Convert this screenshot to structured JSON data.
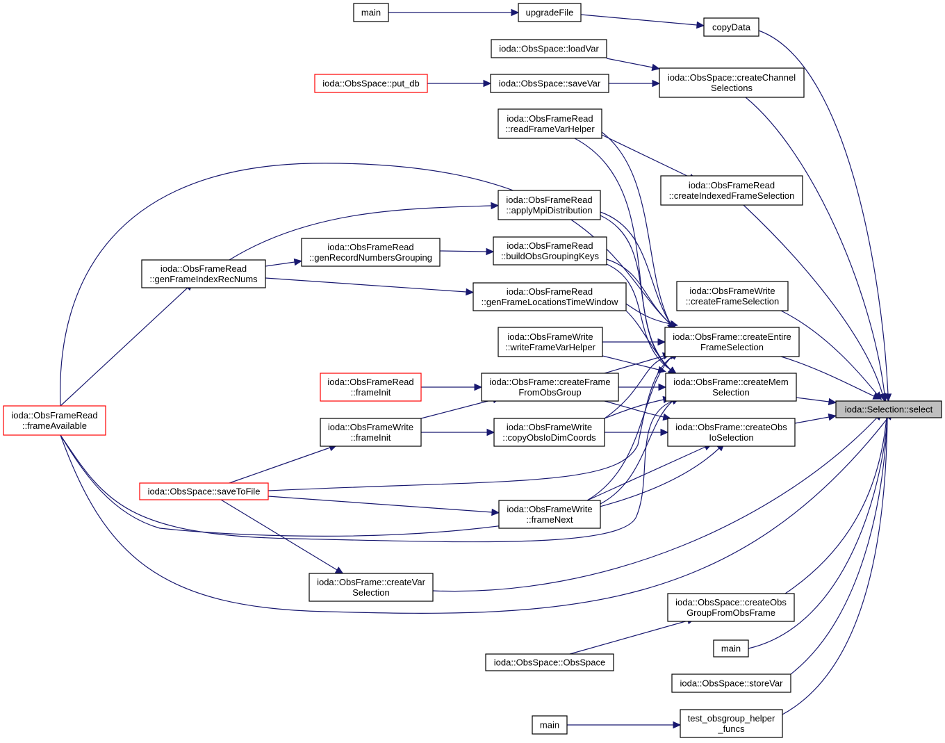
{
  "graph": {
    "nodes": {
      "main_top": {
        "lines": [
          "main"
        ],
        "style": "black"
      },
      "upgradeFile": {
        "lines": [
          "upgradeFile"
        ],
        "style": "black"
      },
      "copyData": {
        "lines": [
          "copyData"
        ],
        "style": "black"
      },
      "loadVar": {
        "lines": [
          "ioda::ObsSpace::loadVar"
        ],
        "style": "black"
      },
      "put_db": {
        "lines": [
          "ioda::ObsSpace::put_db"
        ],
        "style": "red"
      },
      "saveVar": {
        "lines": [
          "ioda::ObsSpace::saveVar"
        ],
        "style": "black"
      },
      "createChannelSelections": {
        "lines": [
          "ioda::ObsSpace::createChannel",
          "Selections"
        ],
        "style": "black"
      },
      "readFrameVarHelper": {
        "lines": [
          "ioda::ObsFrameRead",
          "::readFrameVarHelper"
        ],
        "style": "black"
      },
      "createIndexedFrameSelection": {
        "lines": [
          "ioda::ObsFrameRead",
          "::createIndexedFrameSelection"
        ],
        "style": "black"
      },
      "applyMpiDistribution": {
        "lines": [
          "ioda::ObsFrameRead",
          "::applyMpiDistribution"
        ],
        "style": "black"
      },
      "genRecordNumbersGrouping": {
        "lines": [
          "ioda::ObsFrameRead",
          "::genRecordNumbersGrouping"
        ],
        "style": "black"
      },
      "buildObsGroupingKeys": {
        "lines": [
          "ioda::ObsFrameRead",
          "::buildObsGroupingKeys"
        ],
        "style": "black"
      },
      "genFrameIndexRecNums": {
        "lines": [
          "ioda::ObsFrameRead",
          "::genFrameIndexRecNums"
        ],
        "style": "black"
      },
      "genFrameLocationsTimeWindow": {
        "lines": [
          "ioda::ObsFrameRead",
          "::genFrameLocationsTimeWindow"
        ],
        "style": "black"
      },
      "createFrameSelection": {
        "lines": [
          "ioda::ObsFrameWrite",
          "::createFrameSelection"
        ],
        "style": "black"
      },
      "writeFrameVarHelper": {
        "lines": [
          "ioda::ObsFrameWrite",
          "::writeFrameVarHelper"
        ],
        "style": "black"
      },
      "createEntireFrameSelection": {
        "lines": [
          "ioda::ObsFrame::createEntire",
          "FrameSelection"
        ],
        "style": "black"
      },
      "frameInitRead": {
        "lines": [
          "ioda::ObsFrameRead",
          "::frameInit"
        ],
        "style": "red"
      },
      "createFrameFromObsGroup": {
        "lines": [
          "ioda::ObsFrame::createFrame",
          "FromObsGroup"
        ],
        "style": "black"
      },
      "createMemSelection": {
        "lines": [
          "ioda::ObsFrame::createMem",
          "Selection"
        ],
        "style": "black"
      },
      "frameAvailable": {
        "lines": [
          "ioda::ObsFrameRead",
          "::frameAvailable"
        ],
        "style": "red"
      },
      "select": {
        "lines": [
          "ioda::Selection::select"
        ],
        "style": "focus"
      },
      "frameInitWrite": {
        "lines": [
          "ioda::ObsFrameWrite",
          "::frameInit"
        ],
        "style": "black"
      },
      "copyObsIoDimCoords": {
        "lines": [
          "ioda::ObsFrameWrite",
          "::copyObsIoDimCoords"
        ],
        "style": "black"
      },
      "createObsIoSelection": {
        "lines": [
          "ioda::ObsFrame::createObs",
          "IoSelection"
        ],
        "style": "black"
      },
      "saveToFile": {
        "lines": [
          "ioda::ObsSpace::saveToFile"
        ],
        "style": "red"
      },
      "frameNext": {
        "lines": [
          "ioda::ObsFrameWrite",
          "::frameNext"
        ],
        "style": "black"
      },
      "createVarSelection": {
        "lines": [
          "ioda::ObsFrame::createVar",
          "Selection"
        ],
        "style": "black"
      },
      "createObsGroupFromObsFrame": {
        "lines": [
          "ioda::ObsSpace::createObs",
          "GroupFromObsFrame"
        ],
        "style": "black"
      },
      "ObsSpace": {
        "lines": [
          "ioda::ObsSpace::ObsSpace"
        ],
        "style": "black"
      },
      "main_mid": {
        "lines": [
          "main"
        ],
        "style": "black"
      },
      "storeVar": {
        "lines": [
          "ioda::ObsSpace::storeVar"
        ],
        "style": "black"
      },
      "main_bottom": {
        "lines": [
          "main"
        ],
        "style": "black"
      },
      "test_obsgroup": {
        "lines": [
          "test_obsgroup_helper",
          "_funcs"
        ],
        "style": "black"
      }
    },
    "colors": {
      "edge": "#191970",
      "red_border": "#ff0000",
      "focus_fill": "#bfbfbf"
    }
  }
}
